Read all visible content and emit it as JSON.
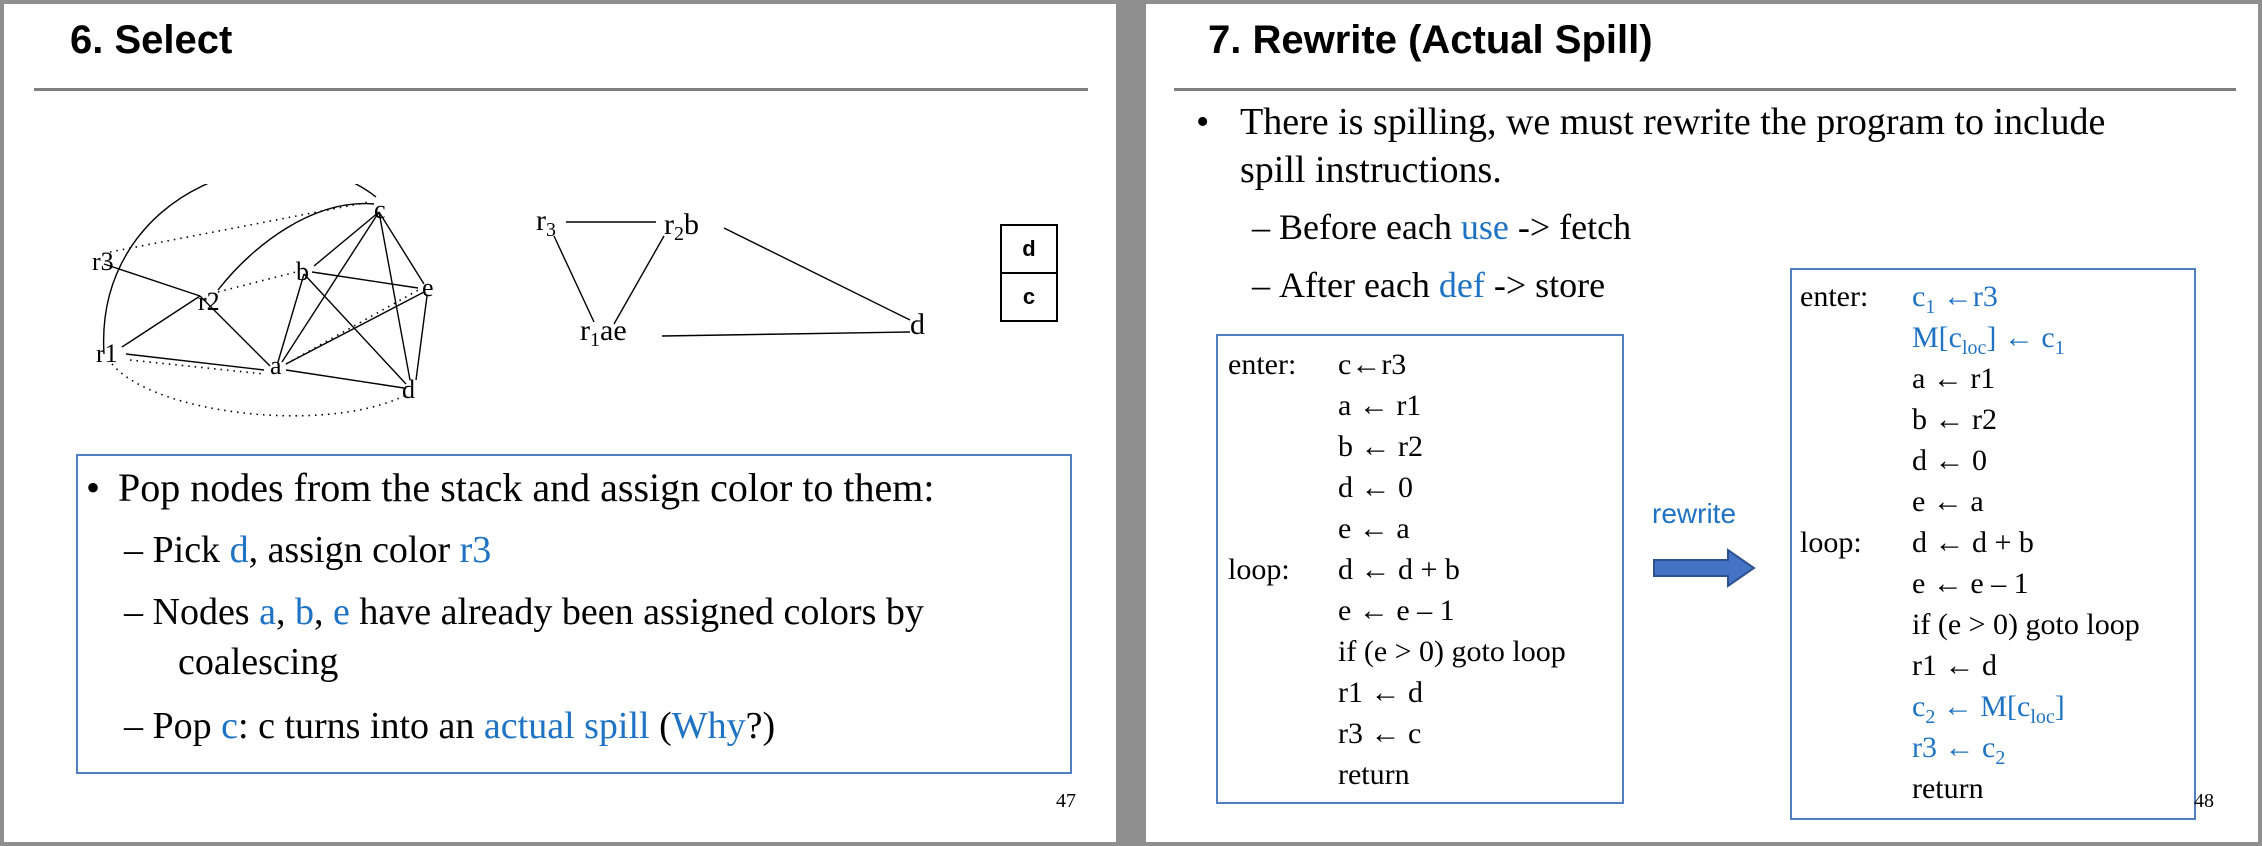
{
  "slide1": {
    "title": "6. Select",
    "page_number": "47",
    "interference_graph": {
      "nodes": [
        "c",
        "r3",
        "b",
        "e",
        "r2",
        "a",
        "r1",
        "d"
      ]
    },
    "coalesced_graph": {
      "nodes": [
        "r3",
        "r2b",
        "r1ae",
        "d"
      ]
    },
    "stack": [
      "d",
      "c"
    ],
    "bullets": {
      "main": "Pop nodes from the stack and assign color to them:",
      "sub1": {
        "text1": "Pick ",
        "node": "d",
        "text2": ", assign color ",
        "color": "r3"
      },
      "sub2": {
        "text1": "Nodes ",
        "a": "a",
        "sep1": ", ",
        "b": "b",
        "sep2": ", ",
        "e": "e",
        "text2": " have already been assigned colors by",
        "line2": "coalescing"
      },
      "sub3": {
        "text1": "Pop ",
        "node": "c",
        "text2": ": c turns into an ",
        "spill": "actual spill",
        "text3": " (",
        "why": "Why",
        "text4": "?)"
      }
    }
  },
  "slide2": {
    "title": "7. Rewrite (Actual Spill)",
    "page_number": "48",
    "bullet_main_line1": "There is spilling, we must rewrite the program to include",
    "bullet_main_line2": "spill instructions.",
    "sub1": {
      "text1": "Before each ",
      "hl": "use",
      "text2": " -> fetch"
    },
    "sub2": {
      "text1": "After each ",
      "hl": "def",
      "text2": " -> store"
    },
    "rewrite_label": "rewrite",
    "original_code": {
      "labels": {
        "enter": "enter:",
        "loop": "loop:"
      },
      "lines": [
        "c←r3",
        "a ← r1",
        "b ← r2",
        "d ← 0",
        "e ← a",
        "d ← d + b",
        "e ← e – 1",
        "if (e > 0) goto loop",
        "r1 ← d",
        "r3 ← c",
        "return"
      ]
    },
    "rewritten_code": {
      "labels": {
        "enter": "enter:",
        "loop": "loop:"
      },
      "lines": [
        "a ← r1",
        "b ← r2",
        "d ← 0",
        "e ← a",
        "d ← d + b",
        "e ← e – 1",
        "if (e > 0) goto loop",
        "r1 ← d",
        "return"
      ],
      "spill_store": {
        "c": "c",
        "c_sub": "1",
        "arrow": " ←r3",
        "M": "M[c",
        "loc": "loc",
        "close": "] ← c",
        "c1_sub": "1"
      },
      "spill_load": {
        "c": "c",
        "c_sub": "2",
        "arrow": " ← M[c",
        "loc": "loc",
        "close": "]",
        "r3": "r3 ← c",
        "c2_sub": "2"
      }
    },
    "colors": {
      "highlight": "#1f73c4",
      "box_border": "#4f7fc0",
      "arrow_fill": "#4472c4"
    }
  }
}
